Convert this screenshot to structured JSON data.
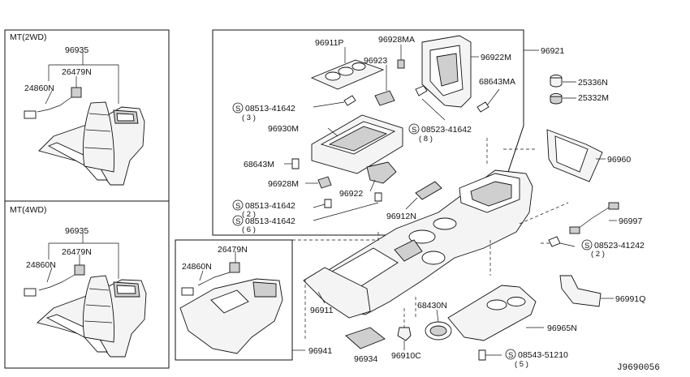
{
  "panels": {
    "mt2wd": {
      "title": "MT(2WD)"
    },
    "mt4wd": {
      "title": "MT(4WD)"
    }
  },
  "labels": {
    "p96935a": "96935",
    "p26479Na": "26479N",
    "p24860Na": "24860N",
    "p96935b": "96935",
    "p26479Nb": "26479N",
    "p24860Nb": "24860N",
    "p96911P": "96911P",
    "p96928MA": "96928MA",
    "p96923": "96923",
    "p96922M": "96922M",
    "p96921": "96921",
    "p68643MA": "68643MA",
    "p08513a": "08513-41642",
    "p08513a_q": "( 3 )",
    "p96930M": "96930M",
    "p08523a": "08523-41642",
    "p08523a_q": "( 8 )",
    "p68643M": "68643M",
    "p96928M": "96928M",
    "p96922": "96922",
    "p08513b": "08513-41642",
    "p08513b_q": "( 2 )",
    "p08513c": "08513-41642",
    "p08513c_q": "( 6 )",
    "p96912N": "96912N",
    "p25336N": "25336N",
    "p25332M": "25332M",
    "p96960": "96960",
    "p96997": "96997",
    "p08523b": "08523-41242",
    "p08523b_q": "( 2 )",
    "p96991Q": "96991Q",
    "p26479Nc": "26479N",
    "p24860Nc": "24860N",
    "p96911": "96911",
    "p68430N": "68430N",
    "p96965N": "96965N",
    "p96941": "96941",
    "p96934": "96934",
    "p96910C": "96910C",
    "p08543": "08543-51210",
    "p08543_q": "( 5 )"
  },
  "screw_symbol": "S",
  "diagram_code": "J9690056"
}
